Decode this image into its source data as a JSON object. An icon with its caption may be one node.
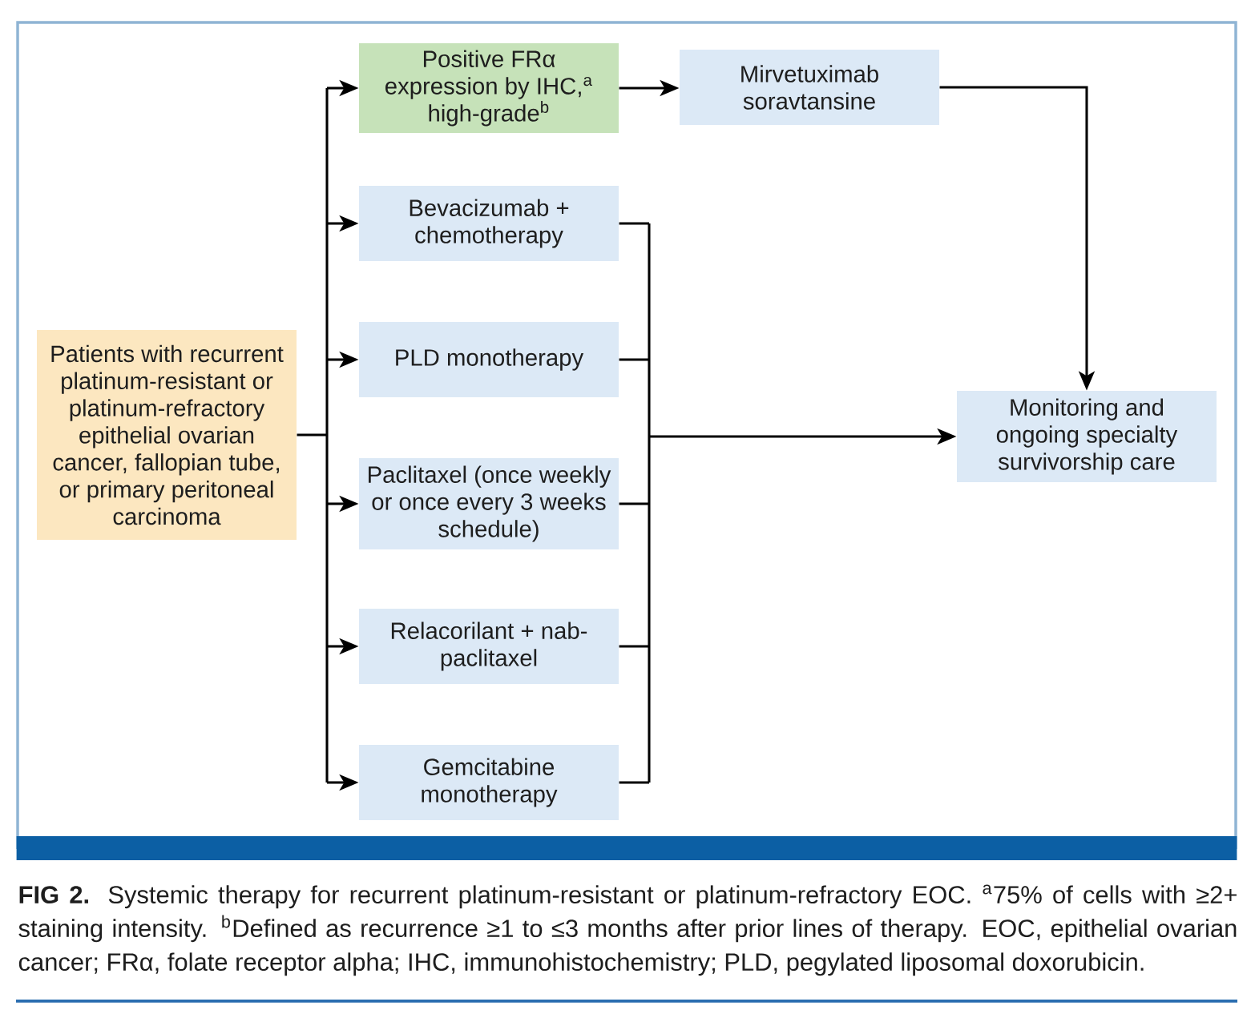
{
  "diagram": {
    "nodes": [
      {
        "text": [
          "Patients with recurrent platinum-resistant or platinum-refractory epithelial ovarian cancer, fallopian tube, or primary peritoneal carcinoma"
        ]
      },
      {
        "text": [
          "Positive FRα expression by IHC,$^{a}$ high-grade$^{b}$"
        ]
      },
      {
        "text": [
          "Mirvetuximab soravtansine"
        ]
      },
      {
        "text": [
          "Bevacizumab + chemotherapy"
        ]
      },
      {
        "text": [
          "PLD monotherapy"
        ]
      },
      {
        "text": [
          "Paclitaxel (once weekly or once every 3 weeks schedule)"
        ]
      },
      {
        "text": [
          "Relacorilant + nab-paclitaxel"
        ]
      },
      {
        "text": [
          "Gemcitabine monotherapy"
        ]
      },
      {
        "text": [
          "Monitoring and ongoing specialty survivorship care"
        ]
      }
    ],
    "edges": [
      {
        "from": 0,
        "to": 1,
        "arrow": "to"
      },
      {
        "from": 0,
        "to": 3,
        "arrow": "to"
      },
      {
        "from": 0,
        "to": 4,
        "arrow": "to"
      },
      {
        "from": 0,
        "to": 5,
        "arrow": "to"
      },
      {
        "from": 0,
        "to": 6,
        "arrow": "to"
      },
      {
        "from": 0,
        "to": 7,
        "arrow": "to"
      },
      {
        "from": 1,
        "to": 2,
        "arrow": "to"
      },
      {
        "from": 2,
        "to": 8,
        "arrow": "to"
      },
      {
        "from": 3,
        "to": 8,
        "arrow": "to"
      },
      {
        "from": 4,
        "to": 8,
        "arrow": "to"
      },
      {
        "from": 5,
        "to": 8,
        "arrow": "to"
      },
      {
        "from": 6,
        "to": 8,
        "arrow": "to"
      },
      {
        "from": 7,
        "to": 8,
        "arrow": "to"
      }
    ],
    "caption": "**FIG 2.** Systemic therapy for recurrent platinum-resistant or platinum-refractory EOC. $^{a}$75% of cells with ≥2+ staining intensity. $^{b}$Defined as recurrence ≥1 to ≤3 months after prior lines of therapy. EOC, epithelial ovarian cancer; FRα, folate receptor alpha; IHC, immunohistochemistry; PLD, pegylated liposomal doxorubicin."
  }
}
